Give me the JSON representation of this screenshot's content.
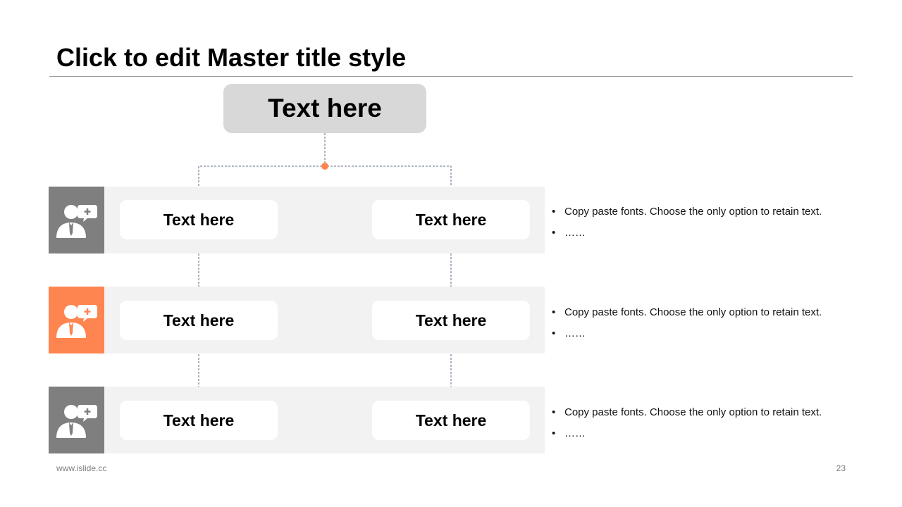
{
  "title": "Click to edit Master title style",
  "top_box": {
    "label": "Text here"
  },
  "rows": [
    {
      "icon": "user-chat-icon",
      "icon_color": "#7f7f7f",
      "nodes": [
        "Text here",
        "Text here"
      ],
      "notes": [
        "Copy paste fonts. Choose the only option to retain text.",
        "……"
      ]
    },
    {
      "icon": "user-chat-icon",
      "icon_color": "#ff8550",
      "nodes": [
        "Text here",
        "Text here"
      ],
      "notes": [
        "Copy paste fonts. Choose the only option to retain text.",
        "……"
      ]
    },
    {
      "icon": "user-chat-icon",
      "icon_color": "#7f7f7f",
      "nodes": [
        "Text here",
        "Text here"
      ],
      "notes": [
        "Copy paste fonts. Choose the only option to retain text.",
        "……"
      ]
    }
  ],
  "colors": {
    "accent": "#ff8550",
    "connector": "#7f8ca0",
    "band": "#f2f2f2",
    "top_box": "#d8d8d8"
  },
  "footer": {
    "url": "www.islide.cc",
    "page_number": "23"
  }
}
